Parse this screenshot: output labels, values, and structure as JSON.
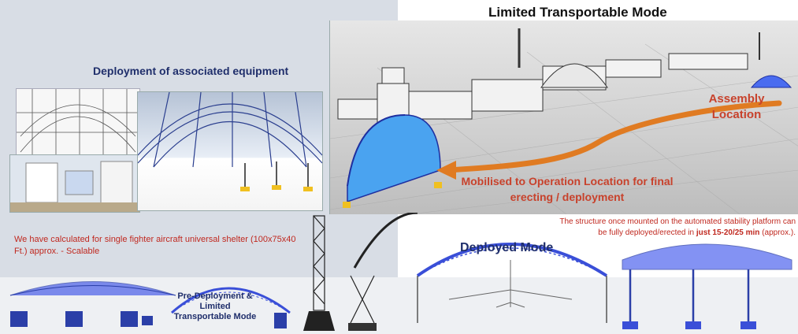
{
  "header": {
    "title": "Limited Transportable Mode"
  },
  "left_panel": {
    "title": "Deployment of associated equipment",
    "note": "We have calculated for single fighter aircraft universal shelter (100x75x40 Ft.) approx. - Scalable"
  },
  "map_panel": {
    "assembly_label": "Assembly Location",
    "route_label": "Mobilised to Operation Location for final erecting / deployment"
  },
  "right_note": {
    "text_before": "The structure once mounted on the automated stability platform can be fully deployed/erected in ",
    "bold_text": "just 15-20/25 min",
    "text_after": " (approx.)."
  },
  "modes": {
    "deployed": "Deployed Mode",
    "predeployment": "Pre-Deployment & Limited Transportable Mode"
  },
  "colors": {
    "accent_red": "#c8422c",
    "title_blue": "#1f2e6b",
    "structure_blue": "#3a4fd8",
    "route_orange": "#e07b22"
  }
}
